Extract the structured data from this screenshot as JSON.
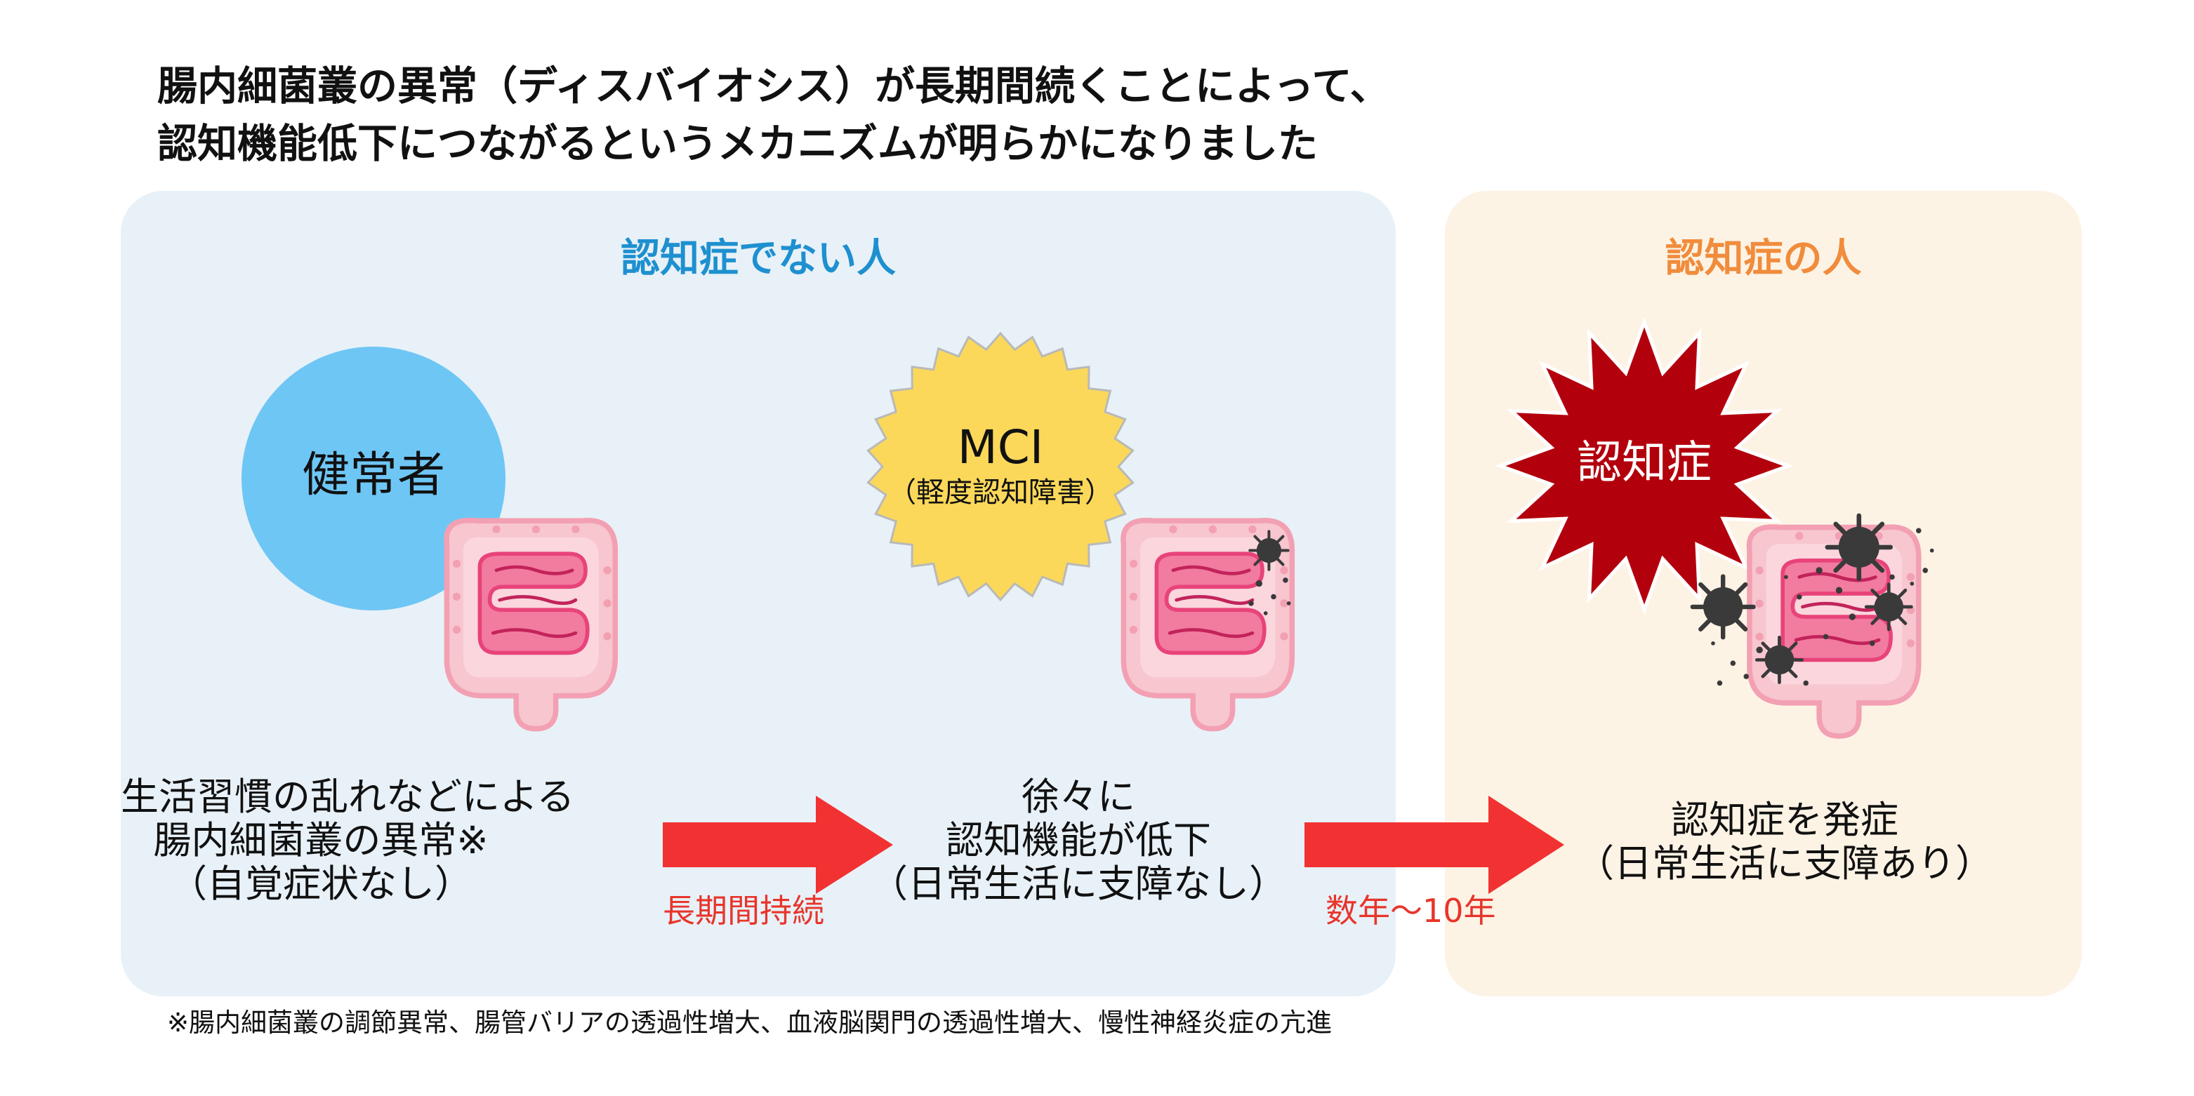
{
  "title": {
    "line1": "腸内細菌叢の異常（ディスバイオシス）が長期間続くことによって、",
    "line2": "認知機能低下につながるというメカニズムが明らかになりました"
  },
  "panels": {
    "non_dementia": {
      "heading": "認知症でない人"
    },
    "dementia": {
      "heading": "認知症の人"
    }
  },
  "stages": {
    "healthy": {
      "badge": "健常者",
      "desc": [
        "生活習慣の乱れなどによる",
        "腸内細菌叢の異常※",
        "（自覚症状なし）"
      ]
    },
    "mci": {
      "badge_main": "MCI",
      "badge_sub": "（軽度認知障害）",
      "desc": [
        "徐々に",
        "認知機能が低下",
        "（日常生活に支障なし）"
      ]
    },
    "dementia": {
      "badge": "認知症",
      "desc": [
        "認知症を発症",
        "（日常生活に支障あり）"
      ]
    }
  },
  "arrows": {
    "first": "長期間持続",
    "second": "数年〜10年"
  },
  "footnote": "※腸内細菌叢の調節異常、腸管バリアの透過性増大、血液脳関門の透過性増大、慢性神経炎症の亢進",
  "colors": {
    "accent_blue": "#1e90d0",
    "accent_orange": "#f08c3c",
    "arrow_red": "#f23232",
    "label_red": "#e8352b",
    "healthy_circle": "#6ec6f5",
    "mci_star": "#fbd85a",
    "dementia_star": "#b3000d",
    "intestine_pink": "#f59bb0",
    "intestine_dark": "#e8437a",
    "bacteria": "#3a3a3a"
  },
  "icons": [
    "intestine-icon",
    "bacteria-icon"
  ]
}
